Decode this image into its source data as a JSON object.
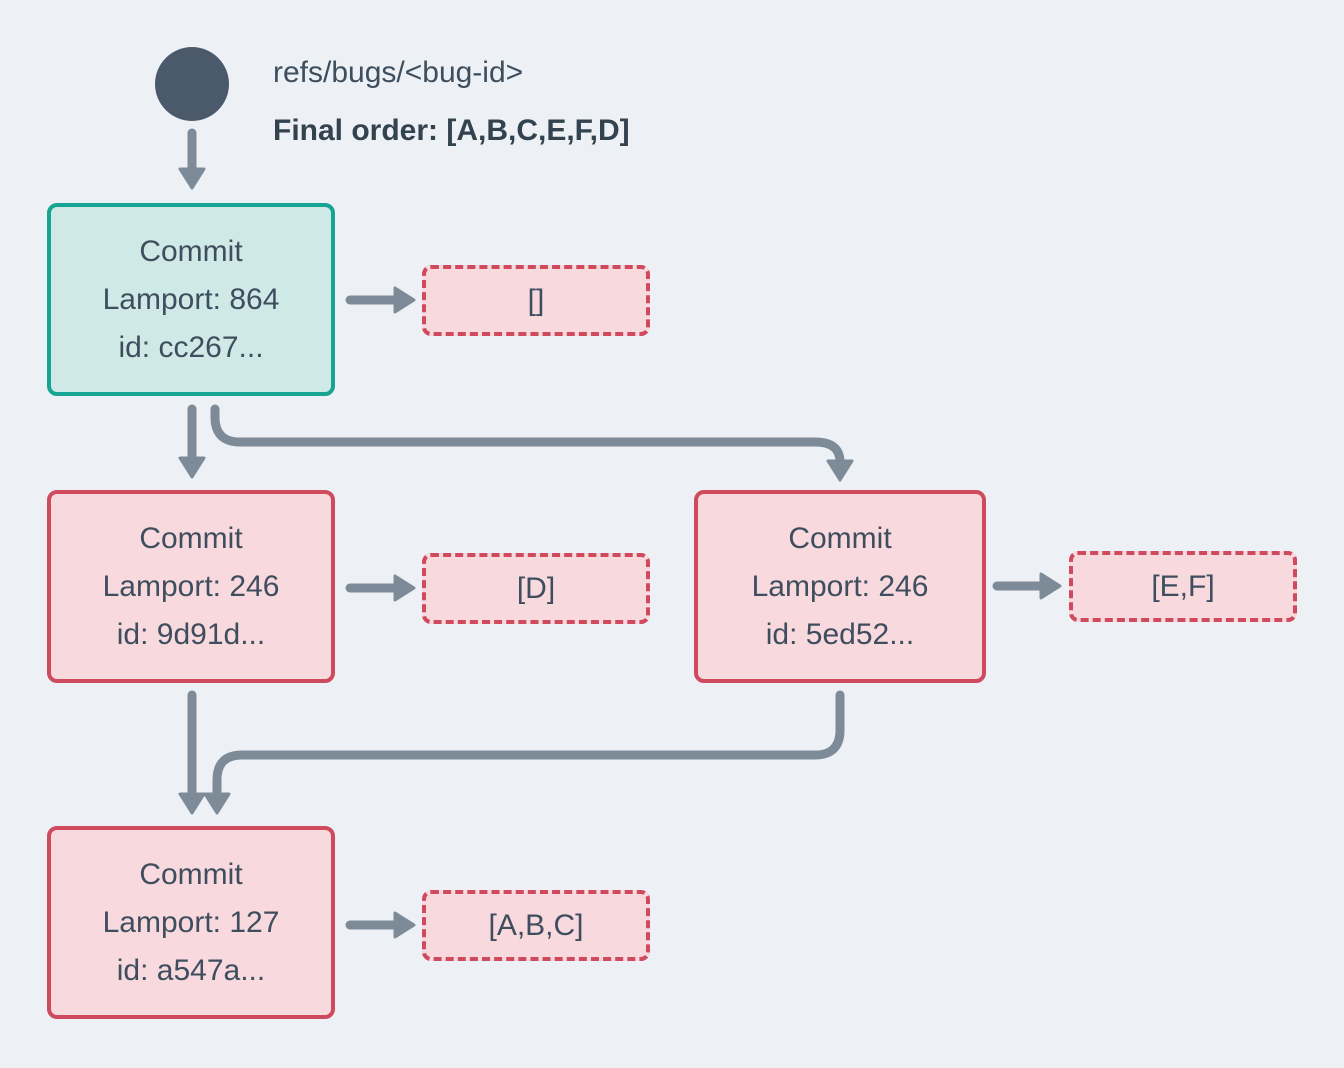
{
  "ref": {
    "name": "refs/bugs/<bug-id>",
    "final_order": "Final order: [A,B,C,E,F,D]"
  },
  "commits": [
    {
      "title": "Commit",
      "lamport": "Lamport: 864",
      "id": "id: cc267...",
      "variant": "head"
    },
    {
      "title": "Commit",
      "lamport": "Lamport: 246",
      "id": "id: 9d91d...",
      "variant": "normal"
    },
    {
      "title": "Commit",
      "lamport": "Lamport: 246",
      "id": "id: 5ed52...",
      "variant": "normal"
    },
    {
      "title": "Commit",
      "lamport": "Lamport: 127",
      "id": "id: a547a...",
      "variant": "normal"
    }
  ],
  "results": [
    {
      "value": "[]"
    },
    {
      "value": "[D]"
    },
    {
      "value": "[E,F]"
    },
    {
      "value": "[A,B,C]"
    }
  ],
  "colors": {
    "background": "#edf1f5",
    "node_text": "#3e4e5e",
    "head_fill": "#cfe9e6",
    "head_border": "#17a493",
    "commit_fill": "#f8d9de",
    "commit_border": "#d04a5e",
    "arrow": "#7d8b99",
    "ref_circle": "#4a5a6b"
  }
}
